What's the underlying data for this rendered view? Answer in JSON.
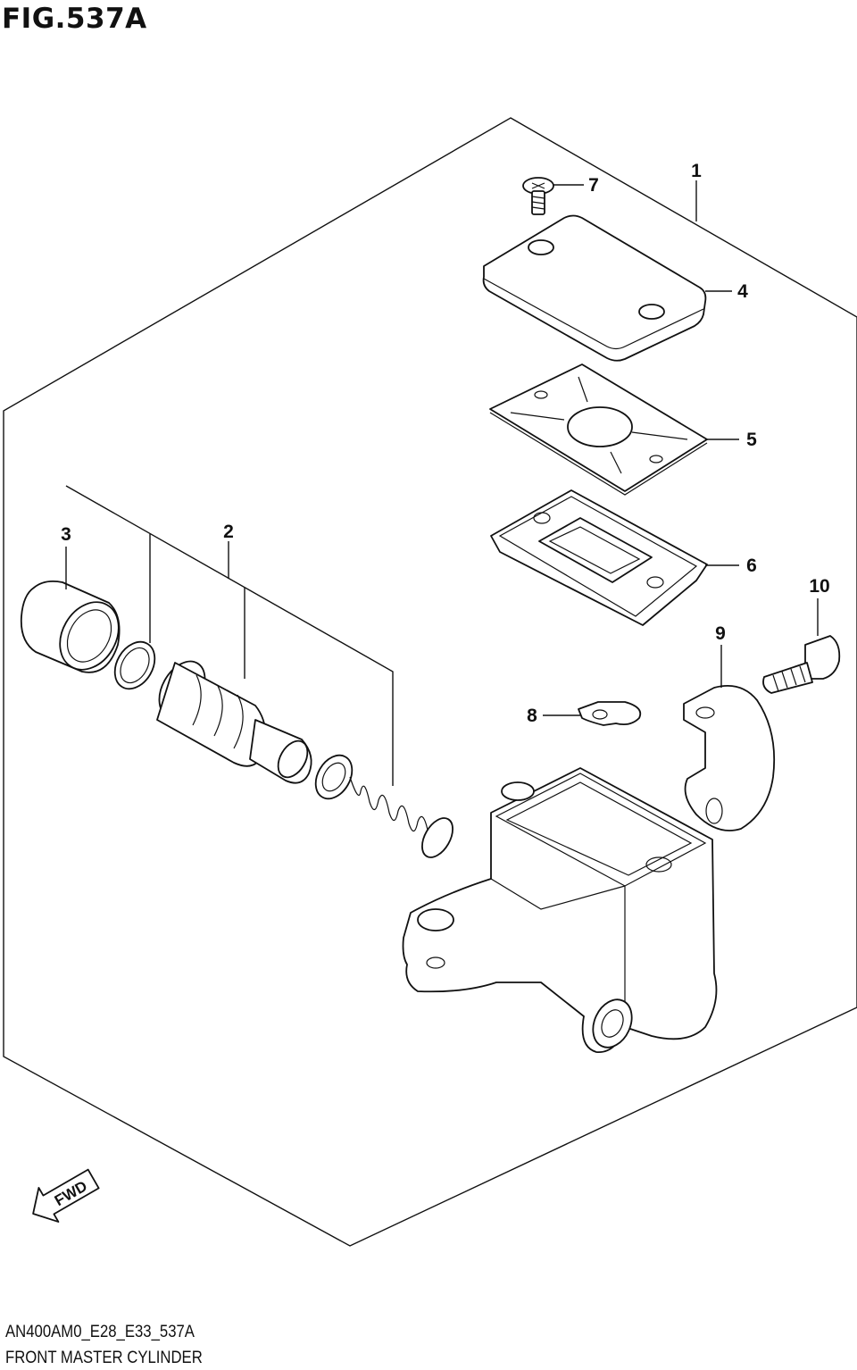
{
  "figure": {
    "title": "FIG.537A",
    "code": "AN400AM0_E28_E33_537A",
    "name": "FRONT MASTER CYLINDER"
  },
  "callouts": [
    {
      "id": "1",
      "label": "1"
    },
    {
      "id": "2",
      "label": "2"
    },
    {
      "id": "3",
      "label": "3"
    },
    {
      "id": "4",
      "label": "4"
    },
    {
      "id": "5",
      "label": "5"
    },
    {
      "id": "6",
      "label": "6"
    },
    {
      "id": "7",
      "label": "7"
    },
    {
      "id": "8",
      "label": "8"
    },
    {
      "id": "9",
      "label": "9"
    },
    {
      "id": "10",
      "label": "10"
    }
  ],
  "direction_badge": {
    "label": "FWD",
    "icon": "forward-arrow-icon"
  }
}
